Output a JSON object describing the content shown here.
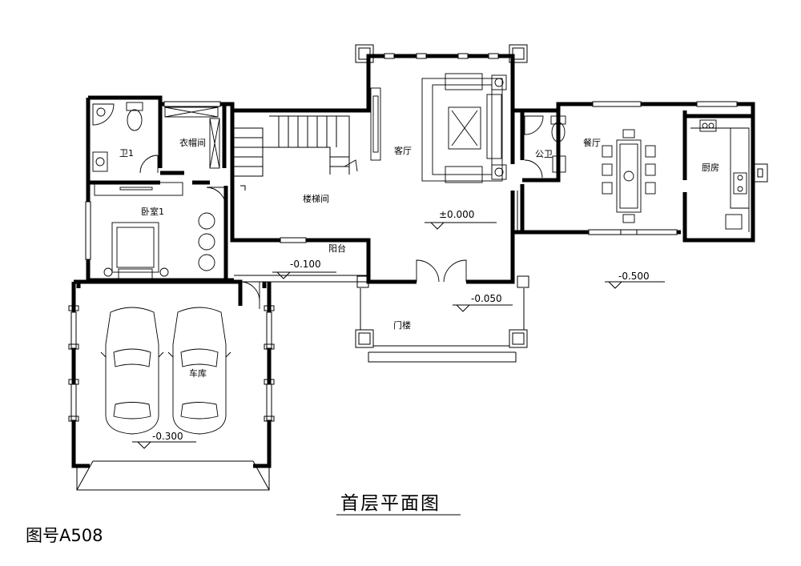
{
  "title": "首层平面图",
  "drawing_number": "图号A508",
  "rooms": {
    "bathroom1": "卫1",
    "closet": "衣帽间",
    "bedroom1": "卧室1",
    "stairwell": "楼梯间",
    "living_room": "客厅",
    "public_bath": "公卫",
    "dining": "餐厅",
    "kitchen": "厨房",
    "balcony": "阳台",
    "porch": "门楼",
    "garage": "车库"
  },
  "levels": {
    "main": "±0.000",
    "balcony": "-0.100",
    "porch": "-0.050",
    "exterior": "-0.500",
    "garage": "-0.300"
  },
  "colors": {
    "line": "#000000",
    "background": "#ffffff"
  }
}
